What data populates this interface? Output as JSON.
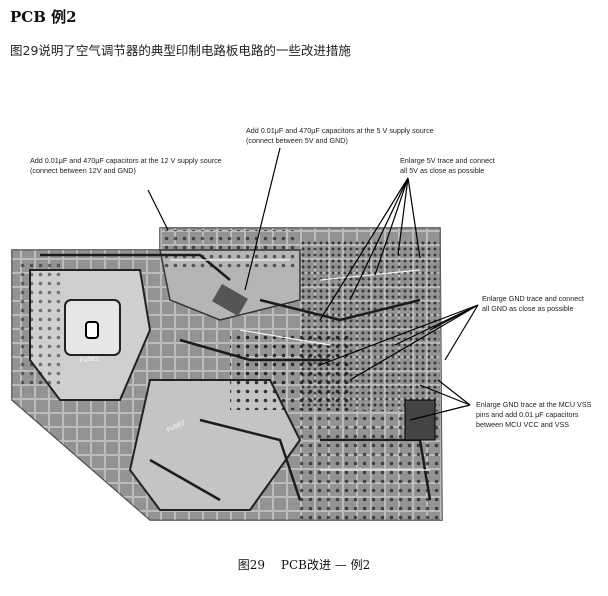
{
  "page": {
    "heading": "PCB 例2",
    "intro": "图29说明了空气调节器的典型印制电路板电路的一些改进措施"
  },
  "figure": {
    "annotations": {
      "cap5v_line1": "Add 0.01μF and 470μF capacitors at the 5 V supply source",
      "cap5v_line2": "(connect between 5V and GND)",
      "cap12v_line1": "Add 0.01μF and 470μF capacitors at the 12 V supply source",
      "cap12v_line2": "(connect between 12V and GND)",
      "trace5v_line1": "Enlarge 5V trace and connect",
      "trace5v_line2": "all 5V as close as possible",
      "gnd_line1": "Enlarge GND trace and connect",
      "gnd_line2": "all GND as close as possible",
      "mcu_line1": "Enlarge GND trace at the MCU VSS",
      "mcu_line2": "pins and add 0.01 μF capacitors",
      "mcu_line3": "between MCU VCC and VSS"
    },
    "board_labels": {
      "fuse1": "FUSE1",
      "fuse2": "FUSE2"
    }
  },
  "caption": {
    "number": "图29",
    "title": "PCB改进 — 例2"
  }
}
